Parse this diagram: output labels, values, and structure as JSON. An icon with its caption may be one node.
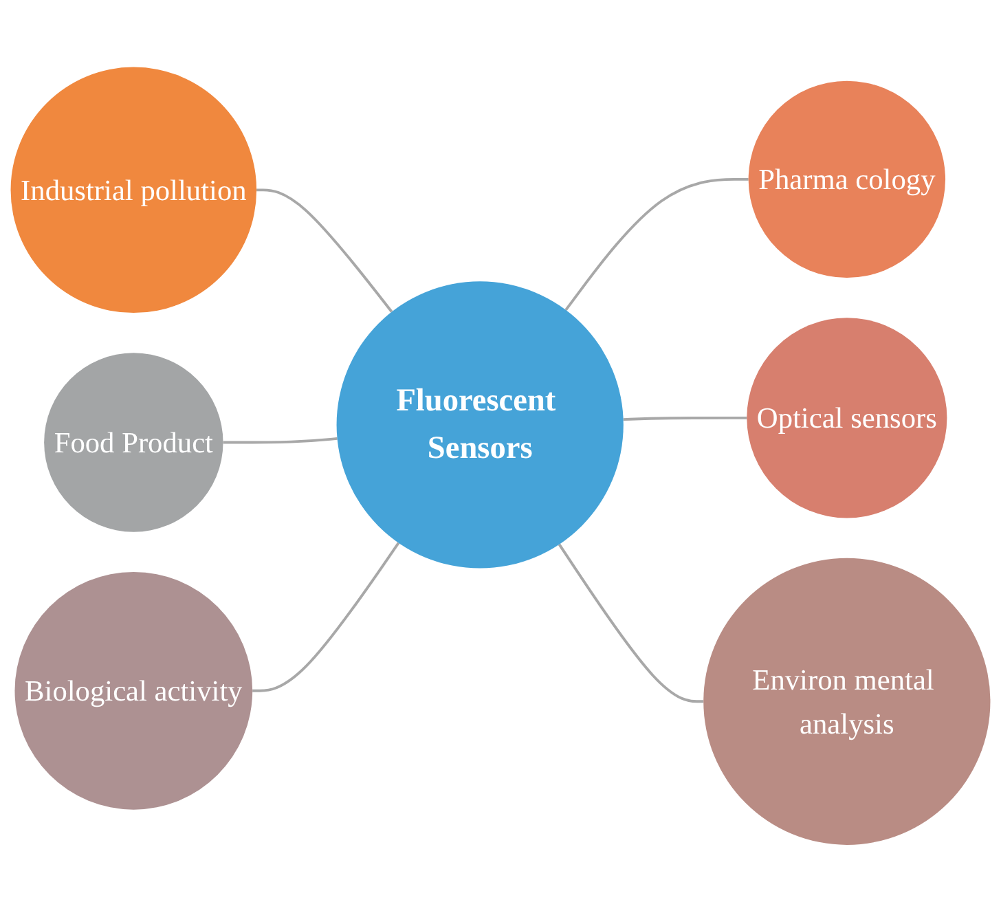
{
  "diagram": {
    "nodes": [
      {
        "text": [
          "Industrial pollution"
        ]
      },
      {
        "text": [
          "Food Product"
        ]
      },
      {
        "text": [
          "Pharma cology"
        ]
      },
      {
        "text": [
          "Fluorescent Sensors"
        ]
      },
      {
        "text": [
          "Biological activity"
        ]
      },
      {
        "text": [
          "Optical sensors"
        ]
      },
      {
        "text": [
          "Environ mental analysis"
        ]
      }
    ],
    "edges": [
      {
        "from": 3,
        "to": 0,
        "arrow": "none"
      },
      {
        "from": 3,
        "to": 1,
        "arrow": "none"
      },
      {
        "from": 3,
        "to": 2,
        "arrow": "none"
      },
      {
        "from": 3,
        "to": 4,
        "arrow": "none"
      },
      {
        "from": 3,
        "to": 5,
        "arrow": "none"
      },
      {
        "from": 3,
        "to": 6,
        "arrow": "none"
      }
    ]
  }
}
